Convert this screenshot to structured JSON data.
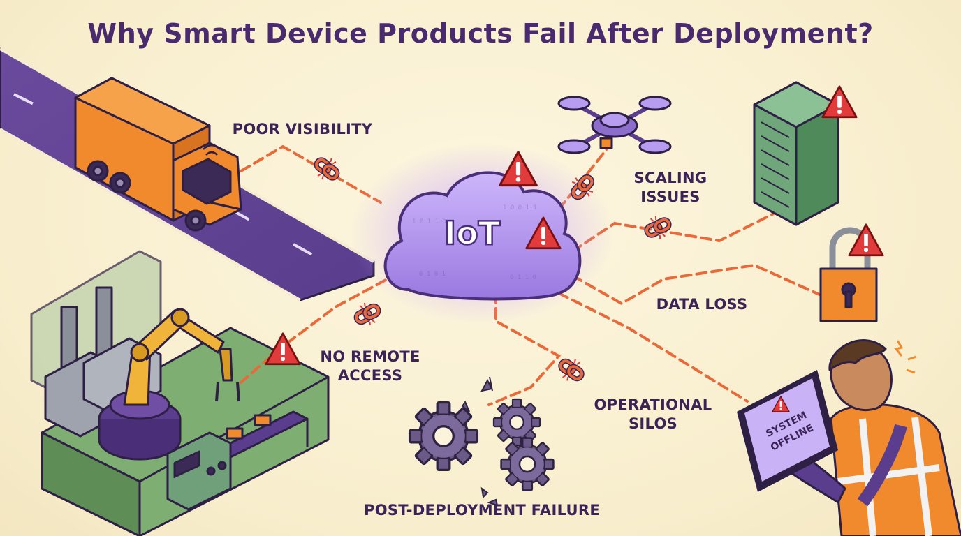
{
  "title": "Why Smart Device Products Fail After Deployment?",
  "hub": {
    "label": "IoT"
  },
  "labels": {
    "poor_visibility": "POOR VISIBILITY",
    "scaling_issues": [
      "SCALING",
      "ISSUES"
    ],
    "data_loss": "DATA LOSS",
    "no_remote_access": [
      "NO REMOTE",
      "ACCESS"
    ],
    "operational_silos": [
      "OPERATIONAL",
      "SILOS"
    ],
    "post_deployment_failure": "POST-DEPLOYMENT FAILURE"
  },
  "tablet": {
    "line1": "SYSTEM",
    "line2": "OFFLINE"
  },
  "colors": {
    "title": "#4a2a6e",
    "label": "#3b2358",
    "cloud": "#b79cf0",
    "road": "#6f4ea3",
    "truck": "#f08a2c",
    "link": "#e86a3a",
    "alert": "#e23b3b",
    "server": "#5e9a6a",
    "lock": "#f08a2c"
  }
}
